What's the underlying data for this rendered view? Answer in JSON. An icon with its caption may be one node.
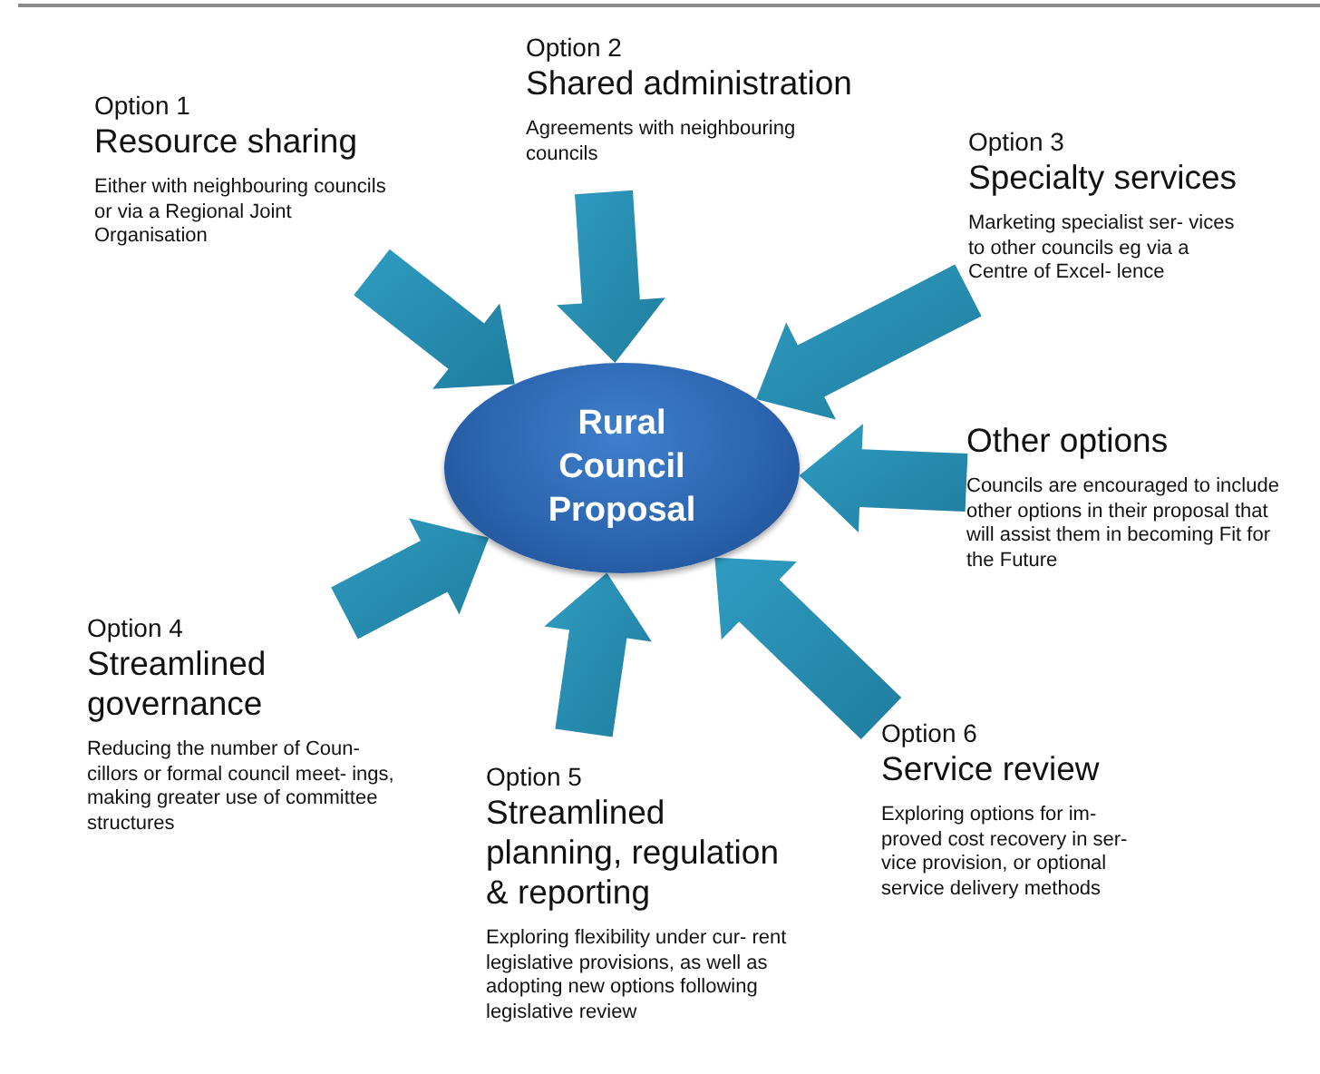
{
  "diagram": {
    "nodes": [
      {
        "text": [
          "Rural Council Proposal"
        ]
      },
      {
        "text": [
          "Option 1",
          "Resource sharing",
          "Either with neighbouring councils or via a Regional Joint Organisation"
        ]
      },
      {
        "text": [
          "Option 2",
          "Shared administration",
          "Agreements with neighbouring councils"
        ]
      },
      {
        "text": [
          "Option 3",
          "Specialty services",
          "Marketing specialist ser- vices to other councils eg via a Centre of Excel- lence"
        ]
      },
      {
        "text": [
          "Other options",
          "Councils are encouraged to include other options in their proposal that will assist them in becoming Fit for the Future"
        ]
      },
      {
        "text": [
          "Option 4",
          "Streamlined governance",
          "Reducing the number of Coun- cillors or formal council meet- ings, making greater use of committee structures"
        ]
      },
      {
        "text": [
          "Option 5",
          "Streamlined planning, regulation & reporting",
          "Exploring flexibility under cur- rent legislative provisions, as well as adopting new options following legislative review"
        ]
      },
      {
        "text": [
          "Option 6",
          "Service review",
          "Exploring options for im- proved cost recovery in ser- vice provision, or optional service delivery methods"
        ]
      }
    ],
    "edges": [
      {
        "from": 1,
        "to": 0,
        "arrow": "to"
      },
      {
        "from": 2,
        "to": 0,
        "arrow": "to"
      },
      {
        "from": 3,
        "to": 0,
        "arrow": "to"
      },
      {
        "from": 4,
        "to": 0,
        "arrow": "to"
      },
      {
        "from": 5,
        "to": 0,
        "arrow": "to"
      },
      {
        "from": 6,
        "to": 0,
        "arrow": "to"
      },
      {
        "from": 7,
        "to": 0,
        "arrow": "to"
      }
    ]
  }
}
